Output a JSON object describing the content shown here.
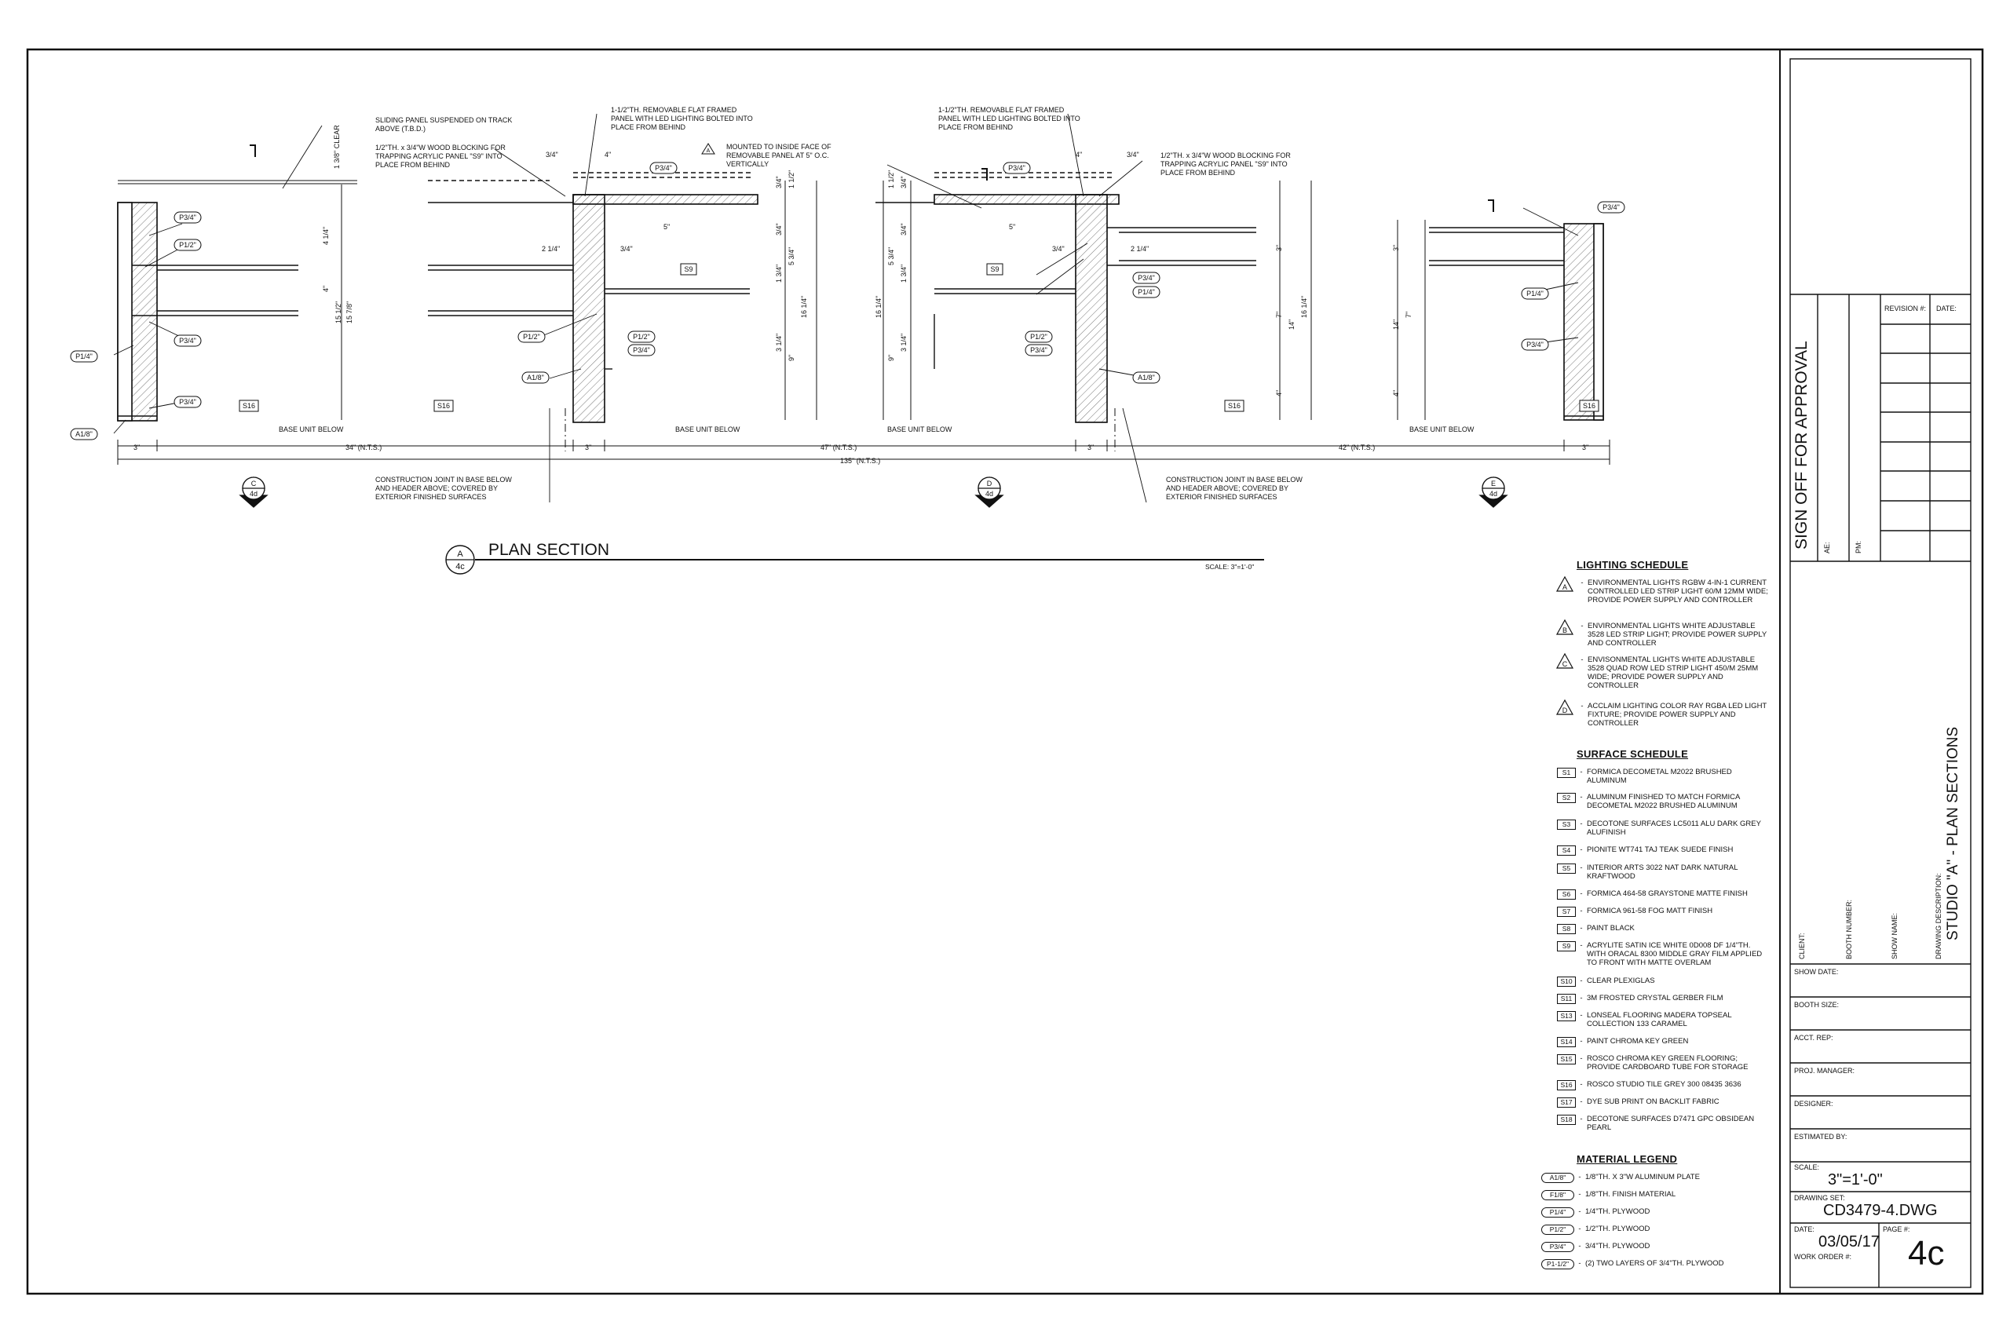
{
  "drawing": {
    "title": "PLAN SECTION",
    "detail_marker": {
      "letter": "A",
      "sheet": "4c"
    },
    "scale_note": "SCALE: 3\"=1'-0\"",
    "section_markers": [
      {
        "letter": "C",
        "sheet": "4d"
      },
      {
        "letter": "D",
        "sheet": "4d"
      },
      {
        "letter": "E",
        "sheet": "4d"
      }
    ],
    "notes": {
      "sliding_panel": "SLIDING PANEL SUSPENDED ON TRACK ABOVE (T.B.D.)",
      "wood_blocking_left": "1/2\"TH. x 3/4\"W WOOD BLOCKING FOR TRAPPING ACRYLIC PANEL \"S9\" INTO PLACE FROM BEHIND",
      "removable_panel_1": "1-1/2\"TH. REMOVABLE FLAT FRAMED PANEL WITH LED LIGHTING BOLTED INTO PLACE FROM BEHIND",
      "mounted_note": "MOUNTED TO INSIDE FACE OF REMOVABLE PANEL AT 5\" O.C. VERTICALLY",
      "removable_panel_2": "1-1/2\"TH. REMOVABLE FLAT FRAMED PANEL WITH LED LIGHTING BOLTED INTO PLACE FROM BEHIND",
      "wood_blocking_right": "1/2\"TH. x 3/4\"W WOOD BLOCKING FOR TRAPPING ACRYLIC PANEL \"S9\" INTO PLACE FROM BEHIND",
      "construction_joint_1": "CONSTRUCTION JOINT IN BASE BELOW AND HEADER ABOVE; COVERED BY EXTERIOR FINISHED SURFACES",
      "construction_joint_2": "CONSTRUCTION JOINT IN BASE BELOW AND HEADER ABOVE; COVERED BY EXTERIOR FINISHED SURFACES",
      "base_unit_below": "BASE UNIT BELOW",
      "clear": "1 3/8\" CLEAR"
    },
    "overall_dims": {
      "d1": "3\"",
      "d2": "34\" (N.T.S.)",
      "d3": "3\"",
      "d4": "47\" (N.T.S.)",
      "d5": "3\"",
      "d6": "42\" (N.T.S.)",
      "d7": "3\"",
      "total": "135\" (N.T.S.)"
    },
    "material_tags": {
      "p34": "P3/4\"",
      "p12": "P1/2\"",
      "p14": "P1/4\"",
      "a18": "A1/8\"",
      "s16": "S16",
      "s9": "S9",
      "light_a": "A"
    },
    "misc_dims": {
      "v3_4": "3/4\"",
      "v4": "4\"",
      "v5": "5\"",
      "v2_14": "2 1/4\"",
      "v1_12": "1 1/2\"",
      "v4_14": "4 1/4\"",
      "v15_12": "15 1/2\"",
      "v15_78": "15 7/8\"",
      "v5_34": "5 3/4\"",
      "v1_34": "1 3/4\"",
      "v3_14": "3 1/4\"",
      "v9": "9\"",
      "v16_14": "16 1/4\"",
      "v3": "3\"",
      "v7": "7\"",
      "v14": "14\""
    }
  },
  "lighting_schedule": {
    "title": "LIGHTING SCHEDULE",
    "items": [
      {
        "tag": "A",
        "text": "ENVIRONMENTAL LIGHTS RGBW 4-IN-1 CURRENT CONTROLLED LED STRIP LIGHT 60/M 12MM WIDE; PROVIDE POWER SUPPLY AND CONTROLLER"
      },
      {
        "tag": "B",
        "text": "ENVIRONMENTAL LIGHTS WHITE ADJUSTABLE 3528 LED STRIP LIGHT; PROVIDE POWER SUPPLY AND CONTROLLER"
      },
      {
        "tag": "C",
        "text": "ENVISONMENTAL LIGHTS WHITE ADJUSTABLE 3528 QUAD ROW LED STRIP LIGHT 450/M 25MM WIDE; PROVIDE POWER SUPPLY AND CONTROLLER"
      },
      {
        "tag": "D",
        "text": "ACCLAIM LIGHTING COLOR RAY RGBA LED LIGHT FIXTURE; PROVIDE POWER SUPPLY AND CONTROLLER"
      }
    ]
  },
  "surface_schedule": {
    "title": "SURFACE SCHEDULE",
    "items": [
      {
        "tag": "S1",
        "text": "FORMICA DECOMETAL M2022 BRUSHED ALUMINUM"
      },
      {
        "tag": "S2",
        "text": "ALUMINUM FINISHED TO MATCH FORMICA DECOMETAL M2022 BRUSHED ALUMINUM"
      },
      {
        "tag": "S3",
        "text": "DECOTONE SURFACES LC5011 ALU DARK GREY ALUFINISH"
      },
      {
        "tag": "S4",
        "text": "PIONITE WT741 TAJ TEAK SUEDE FINISH"
      },
      {
        "tag": "S5",
        "text": "INTERIOR ARTS 3022 NAT DARK NATURAL KRAFTWOOD"
      },
      {
        "tag": "S6",
        "text": "FORMICA 464-58 GRAYSTONE MATTE FINISH"
      },
      {
        "tag": "S7",
        "text": "FORMICA 961-58 FOG MATT FINISH"
      },
      {
        "tag": "S8",
        "text": "PAINT BLACK"
      },
      {
        "tag": "S9",
        "text": "ACRYLITE SATIN ICE WHITE 0D008 DF 1/4\"TH. WITH ORACAL 8300 MIDDLE GRAY FILM APPLIED TO FRONT WITH MATTE OVERLAM"
      },
      {
        "tag": "S10",
        "text": "CLEAR PLEXIGLAS"
      },
      {
        "tag": "S11",
        "text": "3M FROSTED CRYSTAL GERBER FILM"
      },
      {
        "tag": "S13",
        "text": "LONSEAL FLOORING MADERA TOPSEAL COLLECTION 133 CARAMEL"
      },
      {
        "tag": "S14",
        "text": "PAINT CHROMA KEY GREEN"
      },
      {
        "tag": "S15",
        "text": "ROSCO CHROMA KEY GREEN FLOORING; PROVIDE CARDBOARD TUBE FOR STORAGE"
      },
      {
        "tag": "S16",
        "text": "ROSCO STUDIO TILE GREY 300 08435 3636"
      },
      {
        "tag": "S17",
        "text": "DYE SUB PRINT ON BACKLIT FABRIC"
      },
      {
        "tag": "S18",
        "text": "DECOTONE SURFACES D7471 GPC OBSIDEAN PEARL"
      }
    ]
  },
  "material_legend": {
    "title": "MATERIAL LEGEND",
    "items": [
      {
        "tag": "A1/8\"",
        "text": "1/8\"TH. x 3\"W ALUMINUM PLATE"
      },
      {
        "tag": "F1/8\"",
        "text": "1/8\"TH. FINISH MATERIAL"
      },
      {
        "tag": "P1/4\"",
        "text": "1/4\"TH. PLYWOOD"
      },
      {
        "tag": "P1/2\"",
        "text": "1/2\"TH. PLYWOOD"
      },
      {
        "tag": "P3/4\"",
        "text": "3/4\"TH. PLYWOOD"
      },
      {
        "tag": "P1-1/2\"",
        "text": "(2) TWO LAYERS OF 3/4\"TH. PLYWOOD"
      }
    ]
  },
  "title_block": {
    "approval": "SIGN OFF FOR APPROVAL",
    "ae_label": "AE:",
    "pm_label": "PM:",
    "revision_label": "REVISION #:",
    "date_label": "DATE:",
    "client_label": "CLIENT:",
    "booth_number_label": "BOOTH NUMBER:",
    "show_name_label": "SHOW NAME:",
    "drawing_description_label": "DRAWING DESCRIPTION:",
    "drawing_description": "STUDIO \"A\" - PLAN SECTIONS",
    "show_date_label": "SHOW DATE:",
    "booth_size_label": "BOOTH SIZE:",
    "acct_rep_label": "ACCT. REP:",
    "proj_manager_label": "PROJ. MANAGER:",
    "designer_label": "DESIGNER:",
    "estimated_by_label": "ESTIMATED BY:",
    "scale_label": "SCALE:",
    "scale_value": "3\"=1'-0\"",
    "drawing_set_label": "DRAWING SET:",
    "drawing_set_value": "CD3479-4.DWG",
    "date_value_label": "DATE:",
    "date_value": "03/05/17",
    "page_label": "PAGE #:",
    "page_value": "4c",
    "work_order_label": "WORK ORDER #:"
  }
}
